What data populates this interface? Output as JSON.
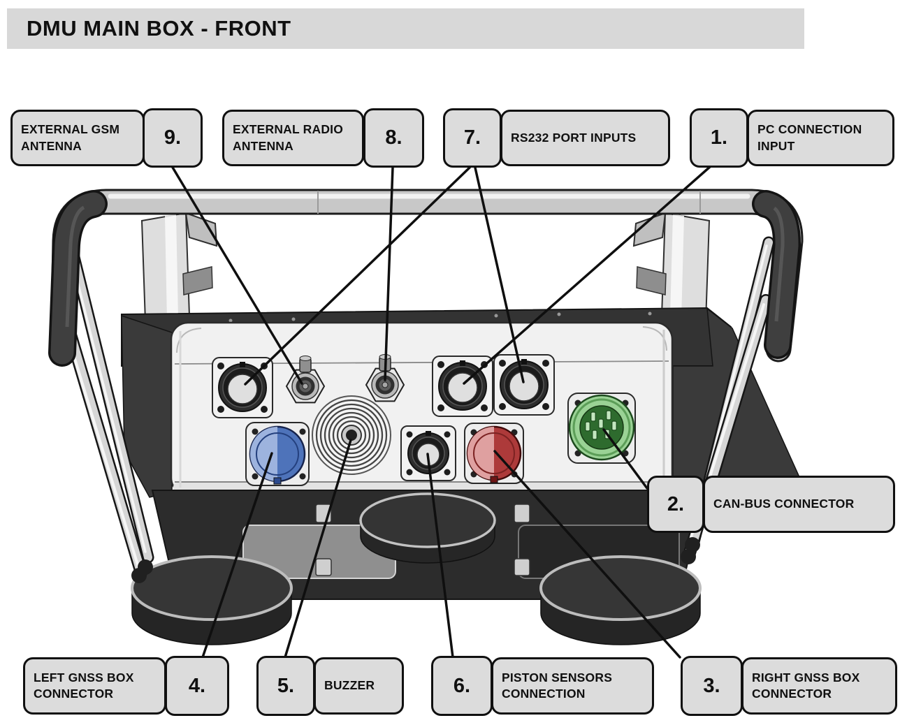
{
  "header": {
    "title": "DMU MAIN BOX - FRONT"
  },
  "callouts": [
    {
      "number": "9.",
      "label": "EXTERNAL GSM ANTENNA",
      "target": "external-gsm-antenna-connector"
    },
    {
      "number": "8.",
      "label": "EXTERNAL RADIO ANTENNA",
      "target": "external-radio-antenna-connector"
    },
    {
      "number": "7.",
      "label": "RS232 PORT INPUTS",
      "target": "rs232-port-connectors"
    },
    {
      "number": "1.",
      "label": "PC CONNECTION INPUT",
      "target": "pc-connection-connector"
    },
    {
      "number": "2.",
      "label": "CAN-BUS CONNECTOR",
      "target": "can-bus-connector"
    },
    {
      "number": "4.",
      "label": "LEFT GNSS BOX CONNECTOR",
      "target": "left-gnss-box-connector"
    },
    {
      "number": "5.",
      "label": "BUZZER",
      "target": "buzzer"
    },
    {
      "number": "6.",
      "label": "PISTON SENSORS CONNECTION",
      "target": "piston-sensors-connector"
    },
    {
      "number": "3.",
      "label": "RIGHT GNSS BOX CONNECTOR",
      "target": "right-gnss-box-connector"
    }
  ],
  "style": {
    "title_bar_fill": "#d8d8d8",
    "label_fill": "#dcdcdc",
    "label_border": "#101010",
    "callout_line_color": "#0f0f0f",
    "can_bus_connector_color": "#9ad295",
    "left_gnss_connector_color": "#4e73ba",
    "right_gnss_connector_color": "#ad3a3a"
  }
}
